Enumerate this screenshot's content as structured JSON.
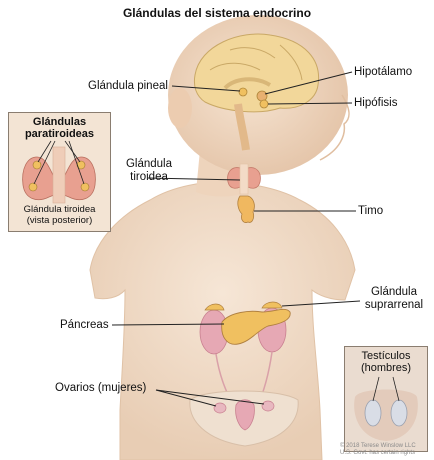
{
  "title": "Glándulas del sistema endocrino",
  "labels": {
    "pineal": "Glándula pineal",
    "hipotalamo": "Hipotálamo",
    "hipofisis": "Hipófisis",
    "tiroidea_1": "Glándula",
    "tiroidea_2": "tiroidea",
    "timo": "Timo",
    "suprarrenal_1": "Glándula",
    "suprarrenal_2": "suprarrenal",
    "pancreas": "Páncreas",
    "ovarios": "Ovarios (mujeres)"
  },
  "insets": {
    "paratiroideas": {
      "title_1": "Glándulas",
      "title_2": "paratiroideas",
      "caption_1": "Glándula tiroidea",
      "caption_2": "(vista posterior)"
    },
    "testiculos": {
      "title_1": "Testículos",
      "title_2": "(hombres)"
    }
  },
  "copyright_1": "© 2018 Terese Winslow LLC",
  "copyright_2": "U.S. Govt. has certain rights",
  "colors": {
    "skin": "#f1dcc8",
    "skin_shadow": "#e3c3a6",
    "brain": "#f2d79a",
    "gland": "#f0c060",
    "thyroid": "#e8a090",
    "kidney": "#e6a8b4",
    "line": "#222222"
  }
}
